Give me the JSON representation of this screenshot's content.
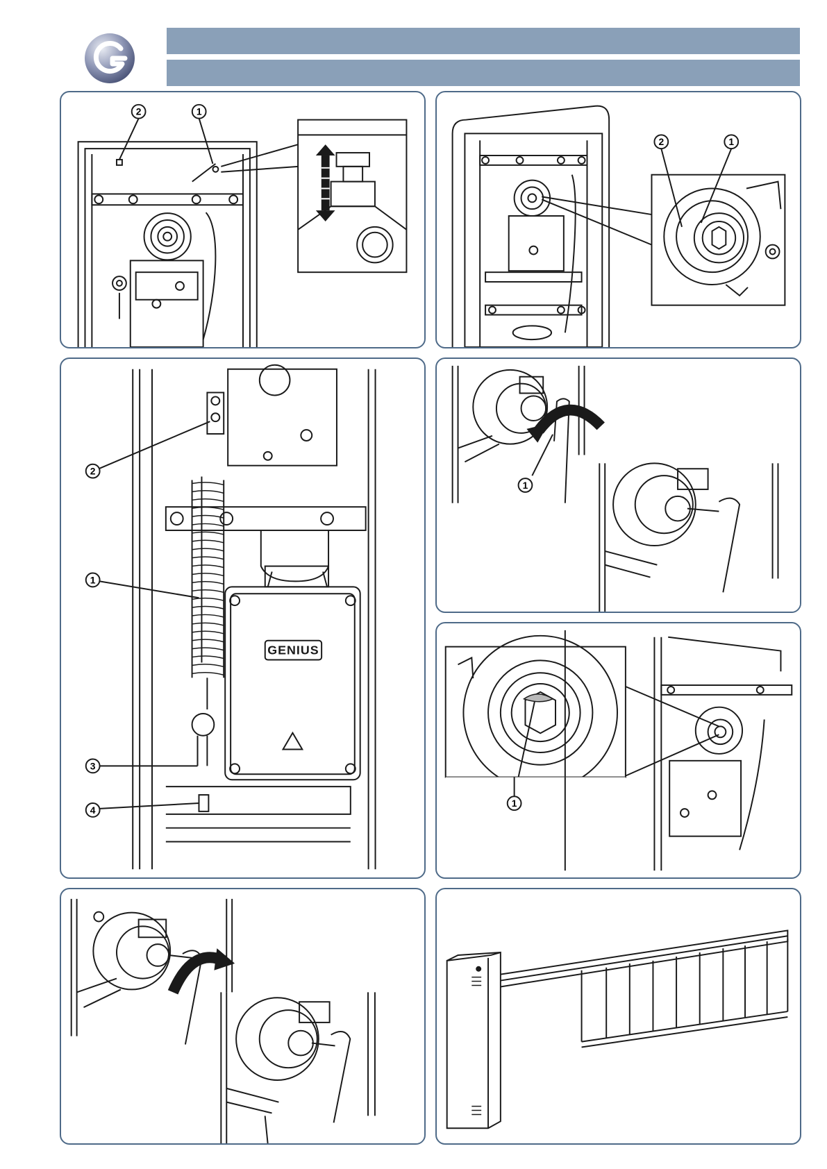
{
  "header": {
    "bar_color": "#8aa0b8",
    "logo_icon": "genius-logo-icon"
  },
  "panels": {
    "p1": {
      "callouts": [
        "2",
        "1"
      ]
    },
    "p2": {
      "callouts": [
        "2",
        "1"
      ]
    },
    "p3": {
      "callouts": [
        "2",
        "1",
        "3",
        "4"
      ],
      "brand": "GENIUS"
    },
    "p4": {
      "callouts": [
        "1"
      ]
    },
    "p5": {
      "callouts": [
        "1"
      ]
    }
  },
  "colors": {
    "panel_border": "#4e6a88",
    "line": "#1a1a1a"
  }
}
